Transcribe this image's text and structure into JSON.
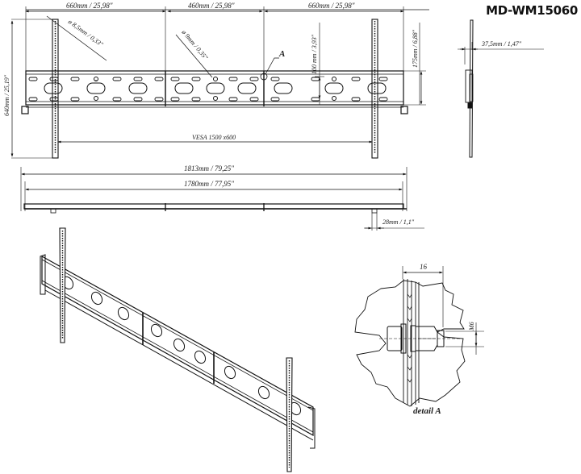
{
  "document": {
    "model": "MD-WM15060",
    "type": "TV wall mount technical drawing"
  },
  "front_view": {
    "dims_top": [
      {
        "label": "660mm  /  25,98\""
      },
      {
        "label": "460mm  /  25,98\""
      },
      {
        "label": "660mm  /  25,98\""
      }
    ],
    "hole_left": "ø 8,5mm  /  0,33\"",
    "hole_center": "ø 9mm  /  0,35\"",
    "detail_marker": "A",
    "height_total": "640mm  /  25,19\"",
    "slot_spacing": "100 mm  /  3,93\"",
    "plate_height": "175mm  /  6,88\"",
    "vesa": "VESA 1500 x600"
  },
  "side_view": {
    "depth": "37,5mm  /  1,47\""
  },
  "top_view": {
    "overall_width": "1813mm  /  79,25\"",
    "rail_width": "1780mm  /  77,95\"",
    "tab_width": "28mm  /  1,1\""
  },
  "detail_view": {
    "caption": "detail  A",
    "dim_width": "16",
    "dim_height": "M6"
  }
}
